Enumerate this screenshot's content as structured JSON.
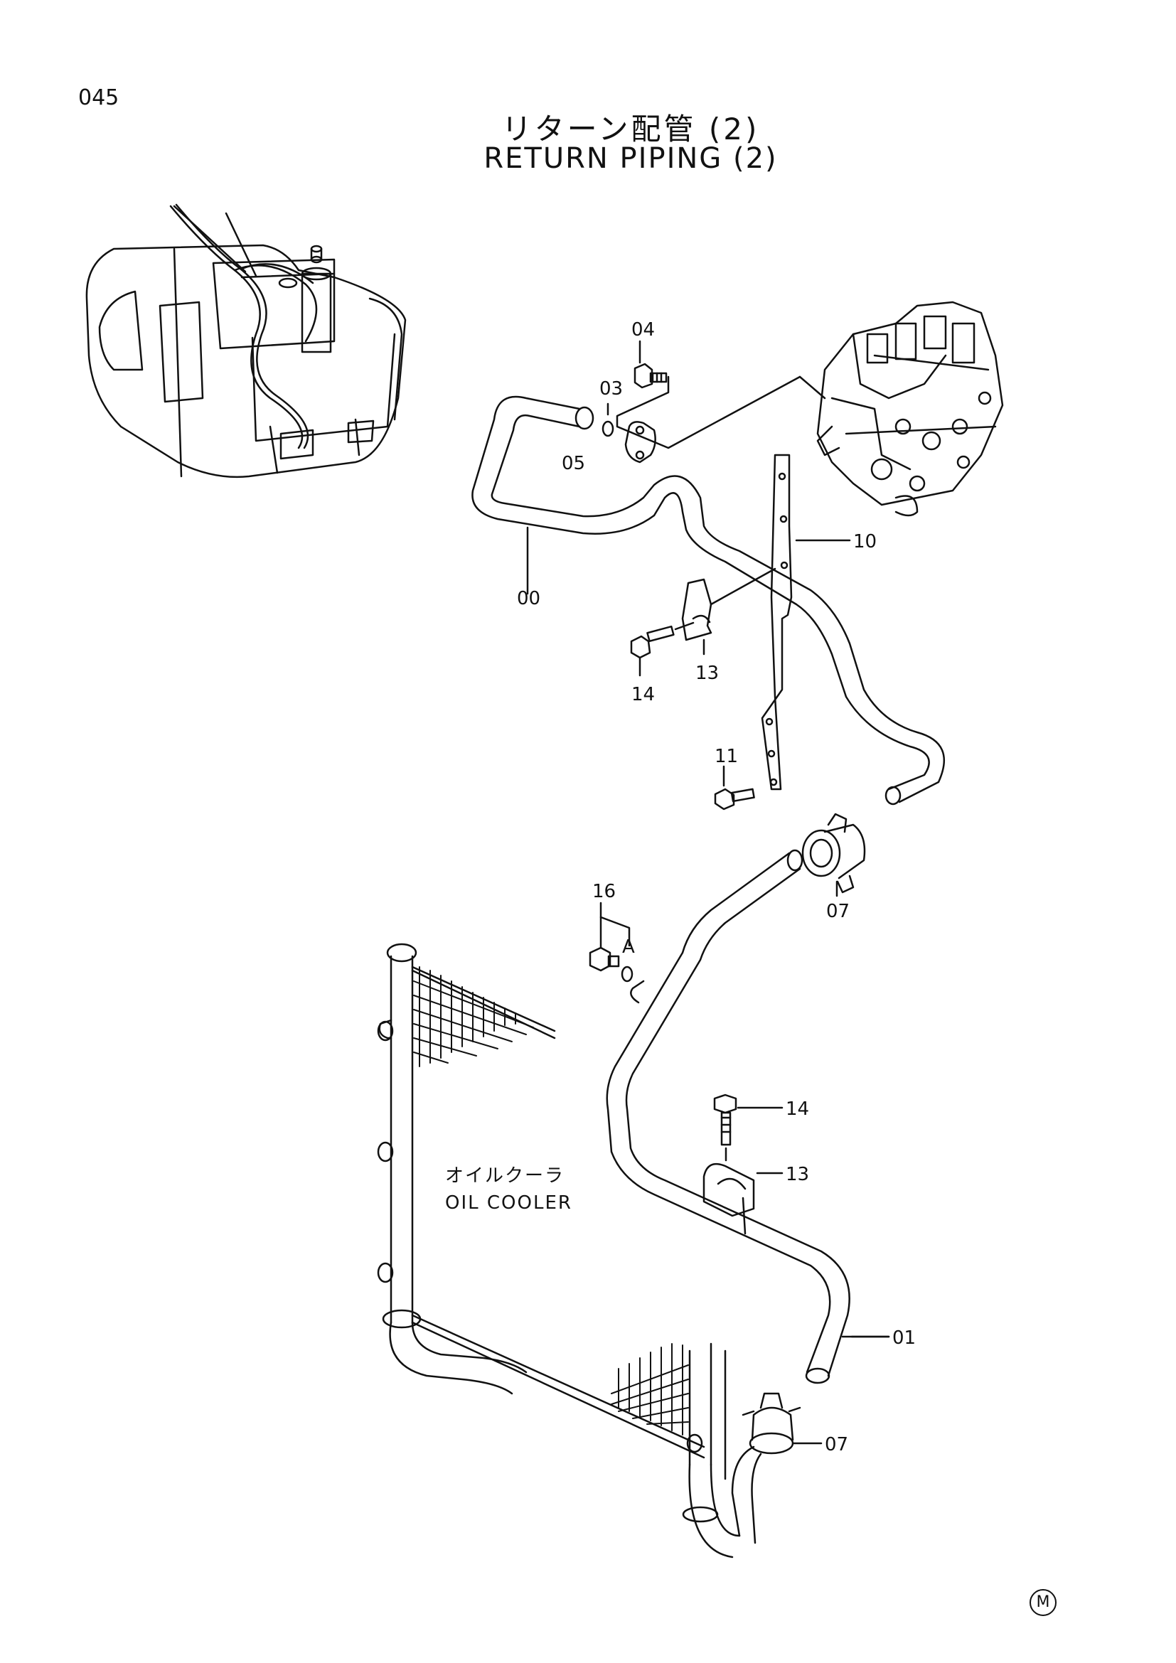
{
  "page": {
    "number": "045"
  },
  "title": {
    "ja": "リターン配管 (2)",
    "en": "RETURN PIPING (2)"
  },
  "oil_cooler": {
    "ja": "オイルクーラ",
    "en": "OIL COOLER"
  },
  "callouts": {
    "p04": "04",
    "p03": "03",
    "p05": "05",
    "p00": "00",
    "p10": "10",
    "p13a": "13",
    "p14a": "14",
    "p11": "11",
    "p07a": "07",
    "p16": "16",
    "pA": "A",
    "p14b": "14",
    "p13b": "13",
    "p01": "01",
    "p07b": "07"
  },
  "corner_mark": "M"
}
